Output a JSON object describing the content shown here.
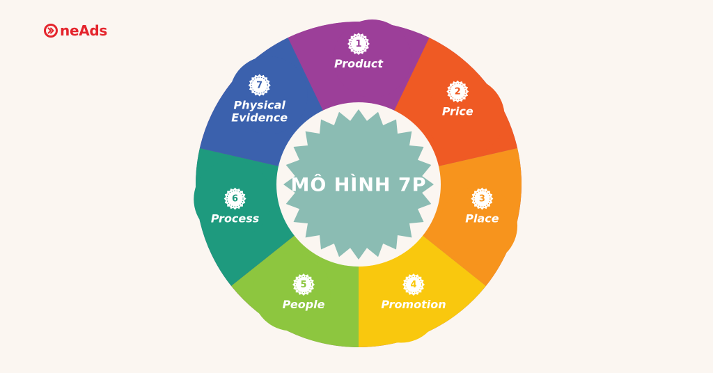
{
  "brand": {
    "name": "OneAds",
    "text_suffix": "neAds",
    "color": "#e4252d"
  },
  "diagram": {
    "center_title": "MÔ HÌNH 7P",
    "center_color": "#8bbcb3",
    "segments": [
      {
        "number": "1",
        "label_lines": [
          "Product"
        ],
        "color": "#9c3f99"
      },
      {
        "number": "2",
        "label_lines": [
          "Price"
        ],
        "color": "#ef5a24"
      },
      {
        "number": "3",
        "label_lines": [
          "Place"
        ],
        "color": "#f7941d"
      },
      {
        "number": "4",
        "label_lines": [
          "Promotion"
        ],
        "color": "#f9c80e"
      },
      {
        "number": "5",
        "label_lines": [
          "People"
        ],
        "color": "#8dc63f"
      },
      {
        "number": "6",
        "label_lines": [
          "Process"
        ],
        "color": "#1e9a7e"
      },
      {
        "number": "7",
        "label_lines": [
          "Physical",
          "Evidence"
        ],
        "color": "#3b61ad"
      }
    ]
  }
}
